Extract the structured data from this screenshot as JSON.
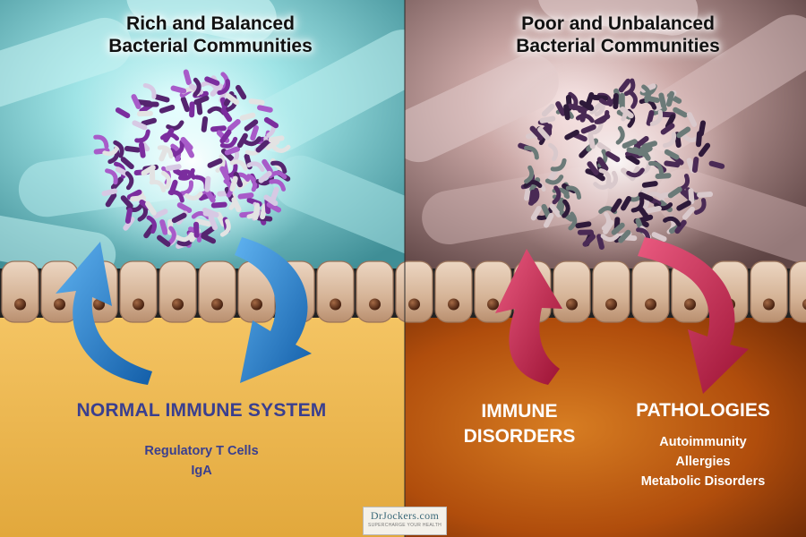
{
  "panels": {
    "left": {
      "heading_line1": "Rich and Balanced",
      "heading_line2": "Bacterial Communities",
      "outcome_title": "NORMAL IMMUNE SYSTEM",
      "outcome_items": [
        "Regulatory T Cells",
        "IgA"
      ],
      "arrow_color": "#2a7fd0",
      "bacteria_colors": [
        "#7b2d9e",
        "#a85bc9",
        "#d7c9e4",
        "#e3e3e3",
        "#55246f"
      ]
    },
    "right": {
      "heading_line1": "Poor and Unbalanced",
      "heading_line2": "Bacterial Communities",
      "immune_line1": "IMMUNE",
      "immune_line2": "DISORDERS",
      "pathology_title": "PATHOLOGIES",
      "pathology_items": [
        "Autoimmunity",
        "Allergies",
        "Metabolic Disorders"
      ],
      "arrow_color": "#c21f48",
      "bacteria_colors": [
        "#2e1a3a",
        "#4a2a55",
        "#6b7a78",
        "#d9c9cc"
      ]
    }
  },
  "logo": {
    "text": "DrJockers.com",
    "tagline": "SUPERCHARGE YOUR HEALTH"
  },
  "colors": {
    "left_background": "#7fd3d6",
    "right_background": "#8c6f6e",
    "left_tissue": "#e9b64e",
    "right_tissue": "#b8520f",
    "cell_layer": "#d7b59a",
    "normal_text": "#3a3f8f"
  }
}
